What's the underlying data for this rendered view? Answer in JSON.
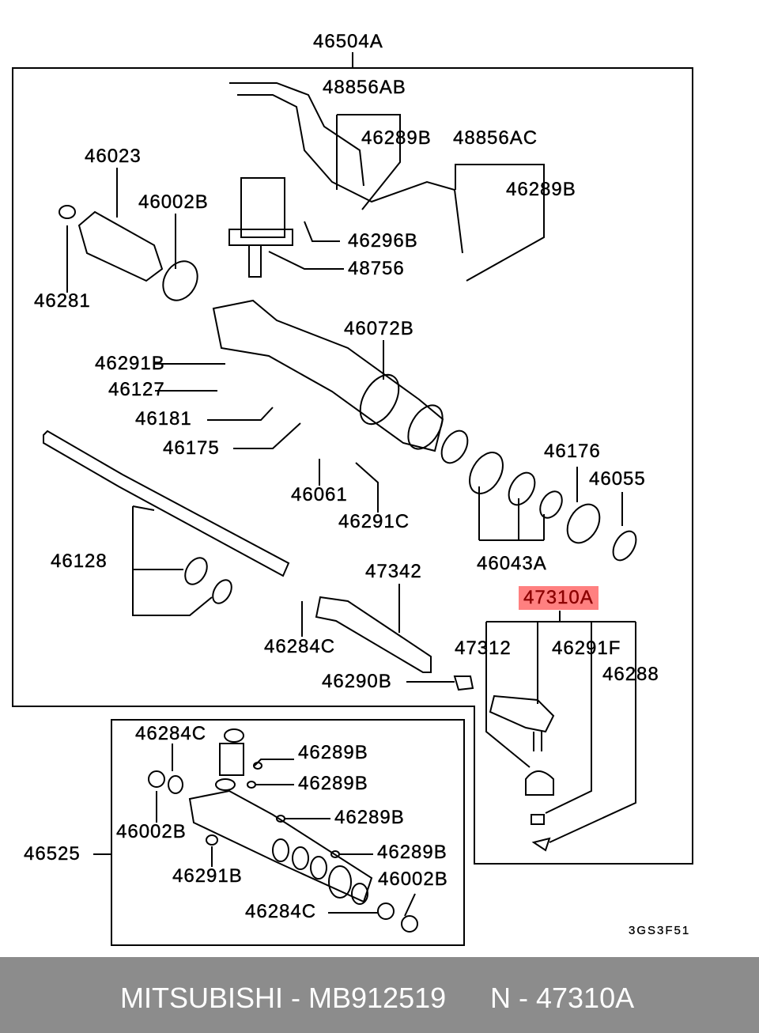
{
  "labels": [
    "46504A",
    "48856AB",
    "46289B",
    "48856AC",
    "46023",
    "46002B",
    "46289B",
    "46296B",
    "48756",
    "46281",
    "46072B",
    "46291B",
    "46127",
    "46181",
    "46175",
    "46176",
    "46055",
    "46061",
    "46291C",
    "46128",
    "46043A",
    "47342",
    "47310A",
    "47312",
    "46291F",
    "46284C",
    "46288",
    "46290B",
    "46284C",
    "46289B",
    "46289B",
    "46289B",
    "46002B",
    "46525",
    "46289B",
    "46291B",
    "46002B",
    "46284C"
  ],
  "diagram_code": "3GS3F51",
  "highlight_color": "#ff8080",
  "footer": {
    "part": "MITSUBISHI - MB912519",
    "ref": "N - 47310A"
  }
}
